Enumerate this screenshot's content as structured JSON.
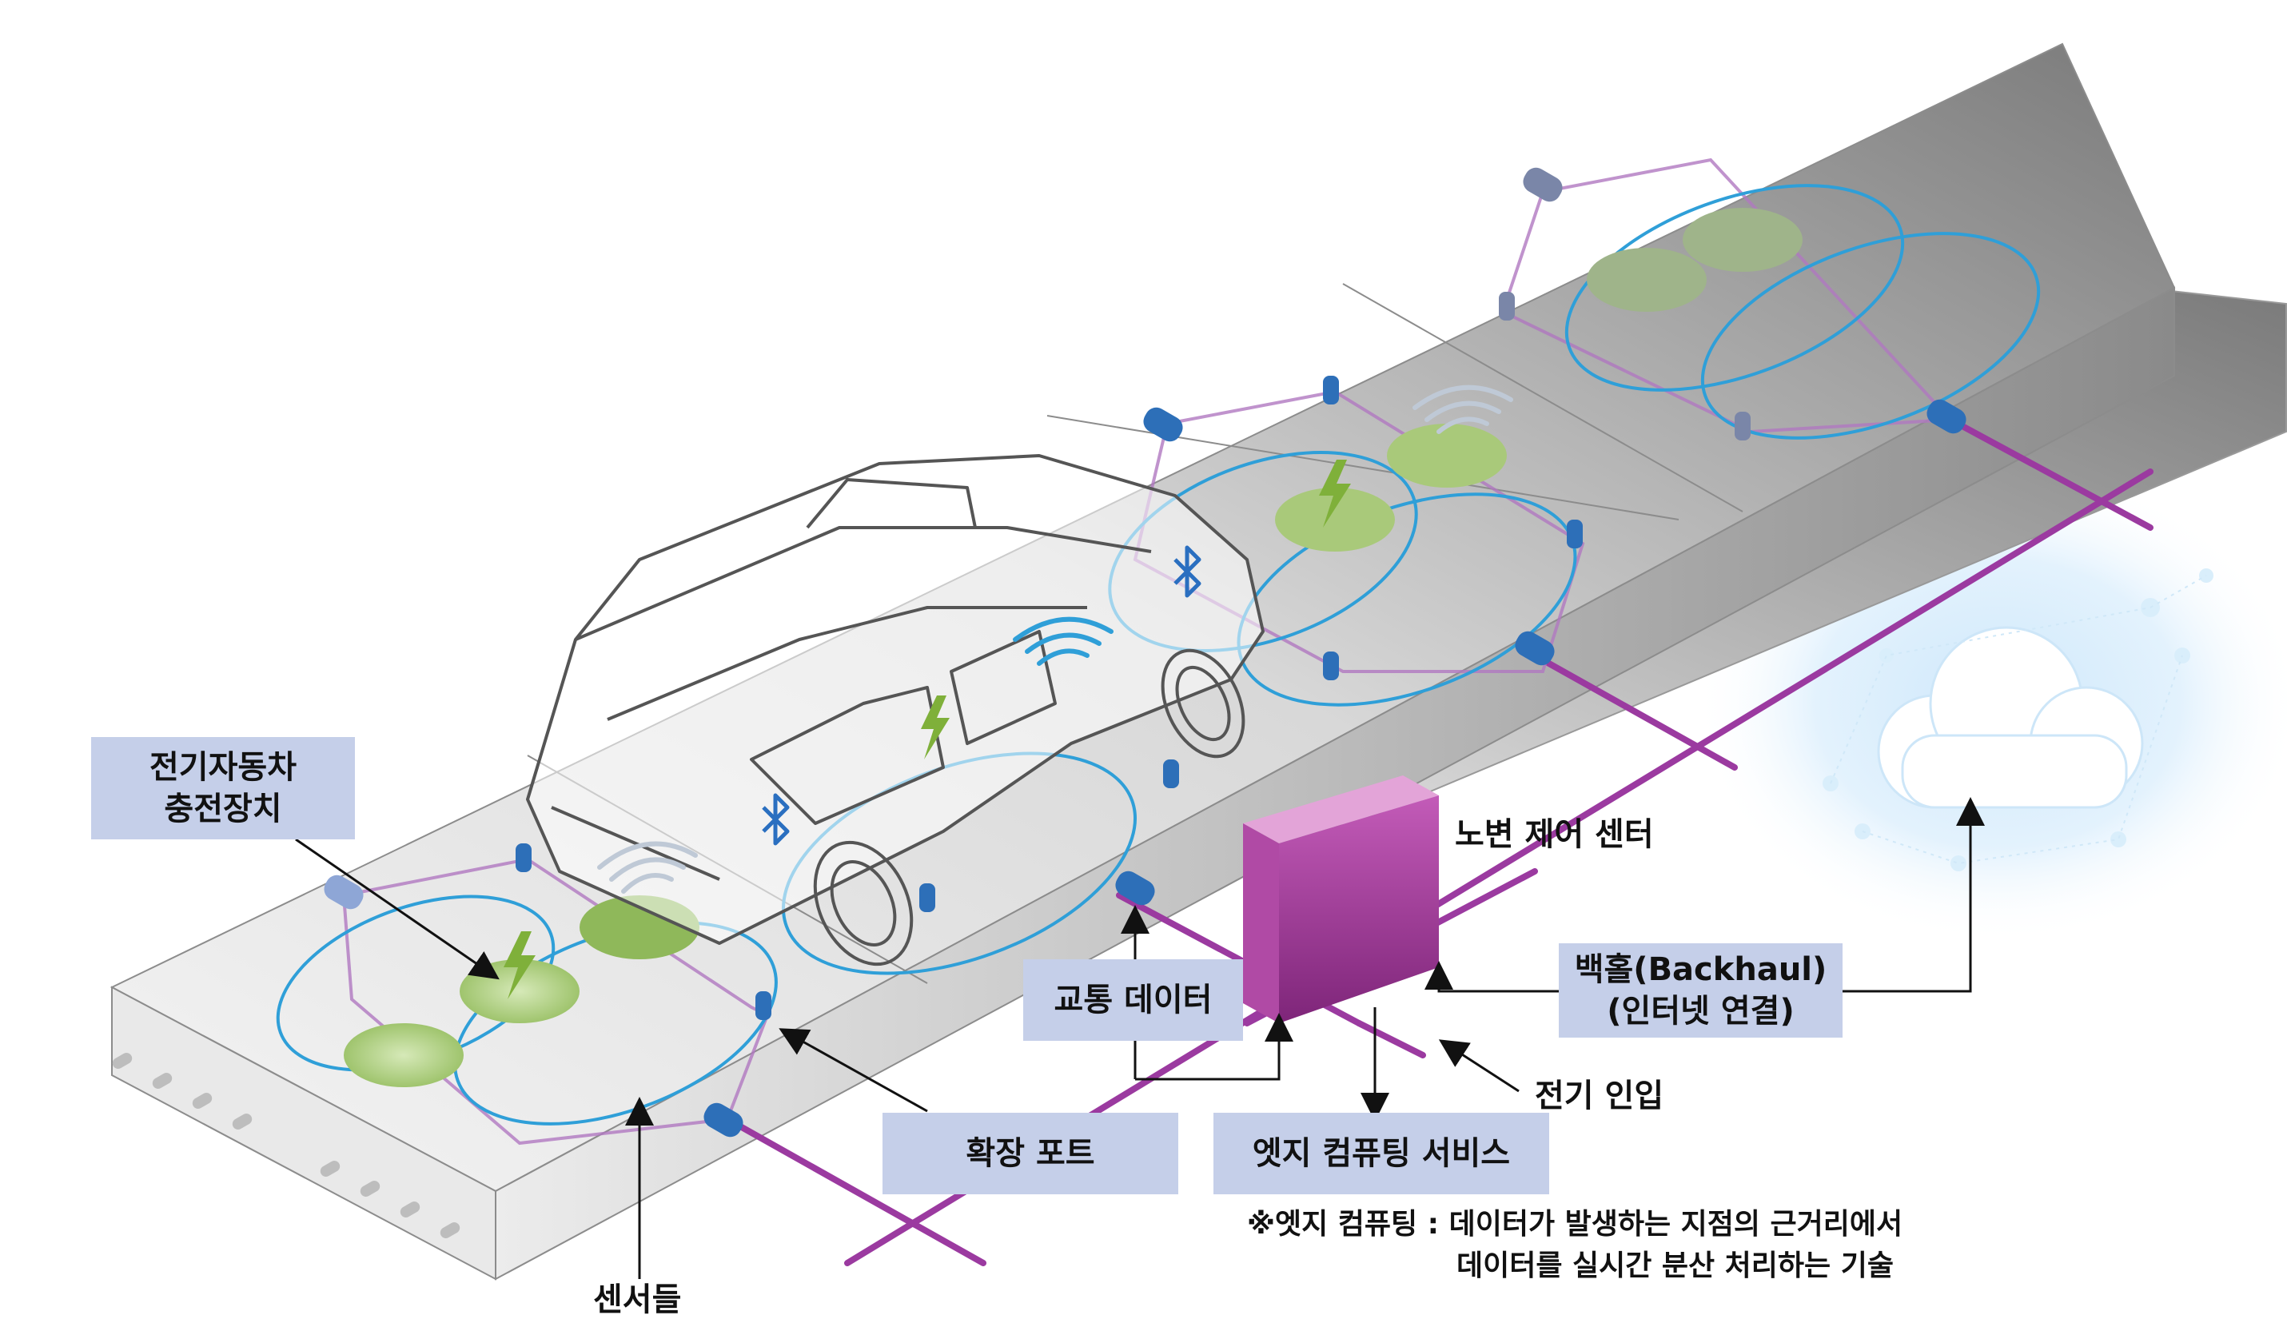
{
  "labels": {
    "ev_charger": [
      "전기자동차",
      "충전장치"
    ],
    "roadside_center": "노변 제어 센터",
    "traffic_data": "교통 데이터",
    "backhaul": [
      "백홀(Backhaul)",
      "(인터넷 연결)"
    ],
    "power_in": "전기 인입",
    "expansion_port": "확장 포트",
    "edge_service": "엣지 컴퓨팅 서비스",
    "sensors": "센서들"
  },
  "note": {
    "line1": "※엣지 컴퓨팅 : 데이터가 발생하는 지점의 근거리에서",
    "line2": "데이터를 실시간 분산 처리하는 기술"
  },
  "colors": {
    "label_bg": "#c5cfe9",
    "conduit": "#9b3aa0",
    "coil": "#2f9fd8",
    "pad": "#a9c97a",
    "cabinet": "#8e2a86",
    "road": "#e6e6e6"
  },
  "icons": [
    "bluetooth-icon",
    "wifi-icon",
    "lightning-icon",
    "cloud-icon"
  ]
}
